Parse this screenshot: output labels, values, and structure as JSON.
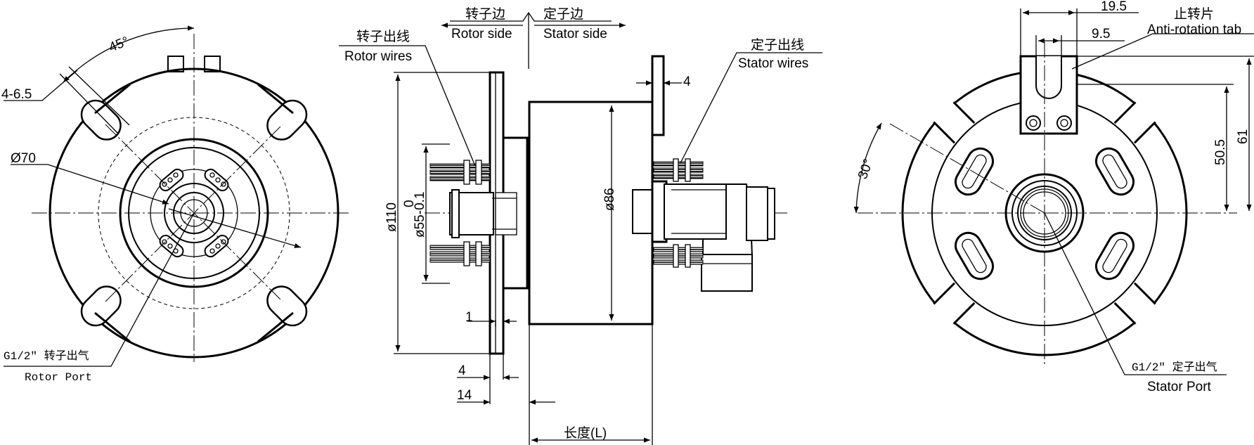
{
  "labels": {
    "side_cn": {
      "rotor": "转子边",
      "stator": "定子边"
    },
    "side_en": {
      "rotor": "Rotor side",
      "stator": "Stator  side"
    },
    "rotor_wires": {
      "cn": "转子出线",
      "en": "Rotor wires"
    },
    "stator_wires": {
      "cn": "定子出线",
      "en": "Stator wires"
    },
    "anti_rotation": {
      "cn": "止转片",
      "en": "Anti-rotation tab"
    },
    "rotor_port": {
      "cn": "G1/2″ 转子出气",
      "en": "Rotor Port"
    },
    "stator_port": {
      "cn": "G1/2″ 定子出气",
      "en": "Stator Port"
    }
  },
  "dims": {
    "angle_45": "45°",
    "holes": "4-6.5",
    "dia_70": "Ø70",
    "dia_110": "ø110",
    "dia_55": "ø55-0.1",
    "dia_55_tol": "0",
    "dia_86": "ø86",
    "d_4_top": "4",
    "d_1": "1",
    "d_4": "4",
    "d_14": "14",
    "length": "长度(L)",
    "d_19_5": "19.5",
    "d_9_5": "9.5",
    "d_50_5": "50.5",
    "d_61": "61",
    "angle_30": "30°"
  }
}
